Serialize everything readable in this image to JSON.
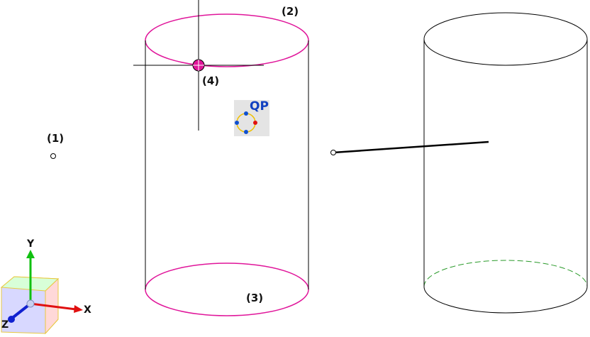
{
  "viewport": {
    "labels": {
      "p1": "(1)",
      "p2": "(2)",
      "p3": "(3)",
      "p4": "(4)"
    },
    "qp_icon": {
      "text": "QP"
    },
    "axes": {
      "x": "X",
      "y": "Y",
      "z": "Z"
    },
    "colors": {
      "highlight": "#e0159a",
      "edge": "#000000",
      "dashed": "#2a9a2a",
      "x_axis": "#e01010",
      "y_axis": "#10c010",
      "z_axis": "#1020d0"
    }
  }
}
